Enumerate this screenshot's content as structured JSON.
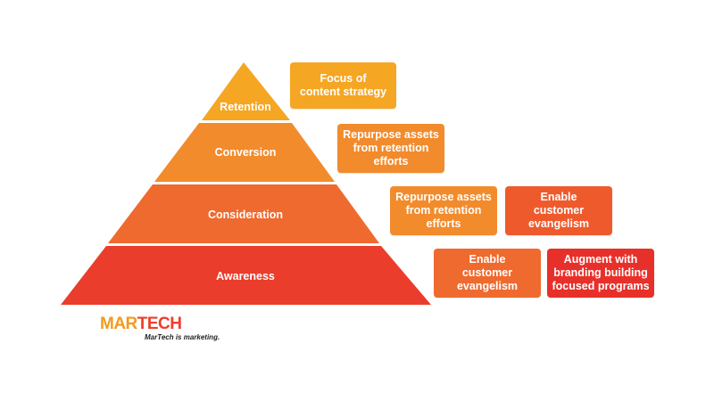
{
  "pyramid": {
    "tiers": [
      {
        "label": "Retention",
        "color": "#f5a623"
      },
      {
        "label": "Conversion",
        "color": "#f28b2c"
      },
      {
        "label": "Consideration",
        "color": "#ef6a2e"
      },
      {
        "label": "Awareness",
        "color": "#ea3d2c"
      }
    ]
  },
  "notes": {
    "retention": [
      {
        "text": "Focus of\ncontent strategy",
        "color": "#f5a623"
      }
    ],
    "conversion": [
      {
        "text": "Repurpose assets\nfrom retention\nefforts",
        "color": "#f28b2c"
      }
    ],
    "consideration": [
      {
        "text": "Repurpose assets\nfrom retention\nefforts",
        "color": "#f28b2c"
      },
      {
        "text": "Enable\ncustomer\nevangelism",
        "color": "#ef5a2c"
      }
    ],
    "awareness": [
      {
        "text": "Enable\ncustomer\nevangelism",
        "color": "#ef6a2e"
      },
      {
        "text": "Augment with\nbranding building\nfocused programs",
        "color": "#e8302a"
      }
    ]
  },
  "brand": {
    "logo_part1": "MAR",
    "logo_part2": "TECH",
    "tagline": "MarTech is marketing."
  }
}
